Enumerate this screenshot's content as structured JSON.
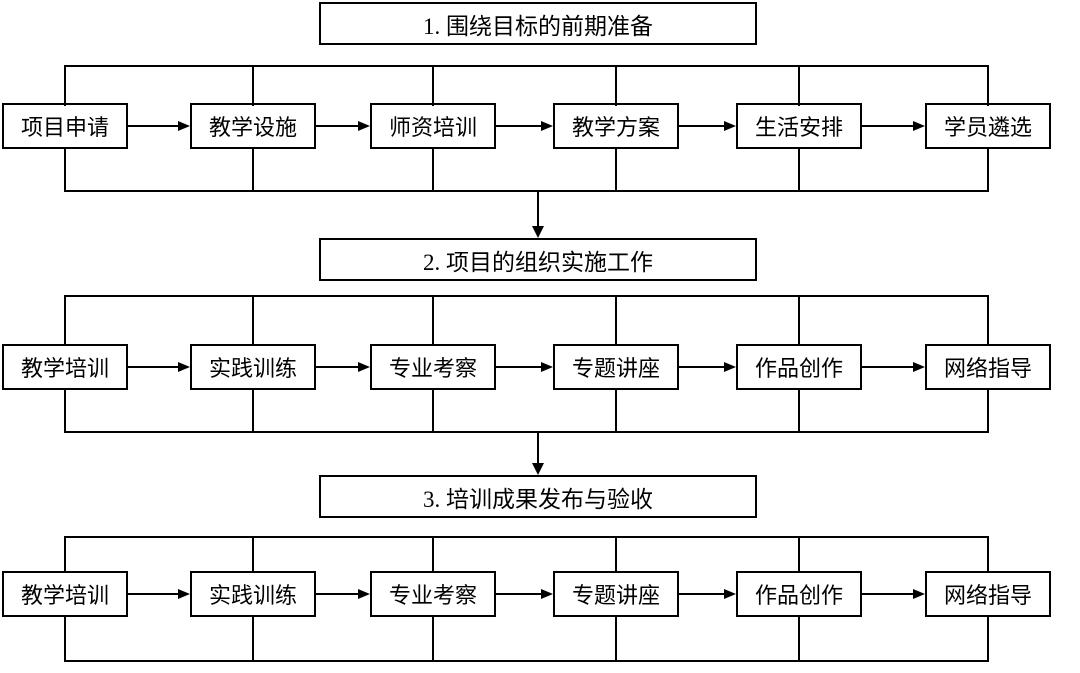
{
  "diagram": {
    "background_color": "#ffffff",
    "line_color": "#000000",
    "sections": [
      {
        "title": "1. 围绕目标的前期准备",
        "steps": [
          "项目申请",
          "教学设施",
          "师资培训",
          "教学方案",
          "生活安排",
          "学员遴选"
        ]
      },
      {
        "title": "2. 项目的组织实施工作",
        "steps": [
          "教学培训",
          "实践训练",
          "专业考察",
          "专题讲座",
          "作品创作",
          "网络指导"
        ]
      },
      {
        "title": "3. 培训成果发布与验收",
        "steps": [
          "教学培训",
          "实践训练",
          "专业考察",
          "专题讲座",
          "作品创作",
          "网络指导"
        ]
      }
    ]
  }
}
